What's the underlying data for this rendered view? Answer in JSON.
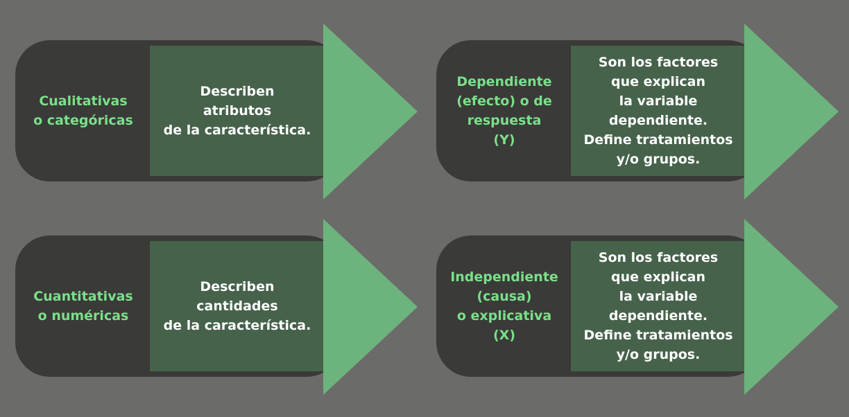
{
  "colors": {
    "background": "#6b6b69",
    "pill": "#3a3a38",
    "label_text": "#7ae08a",
    "description_box": "#46624b",
    "description_text": "#ffffff",
    "arrow": "#6db37d"
  },
  "cards": [
    {
      "label": "Cualitativas\no categóricas",
      "description": "Describen\natributos\nde la característica."
    },
    {
      "label": "Dependiente\n(efecto) o de\nrespuesta\n(Y)",
      "description": "Son los factores\nque explican\nla variable\ndependiente.\nDefine tratamientos\ny/o grupos."
    },
    {
      "label": "Cuantitativas\no numéricas",
      "description": "Describen\ncantidades\nde la característica."
    },
    {
      "label": "Independiente\n(causa)\no explicativa\n(X)",
      "description": "Son los factores\nque explican\nla variable\ndependiente.\nDefine tratamientos\ny/o grupos."
    }
  ]
}
